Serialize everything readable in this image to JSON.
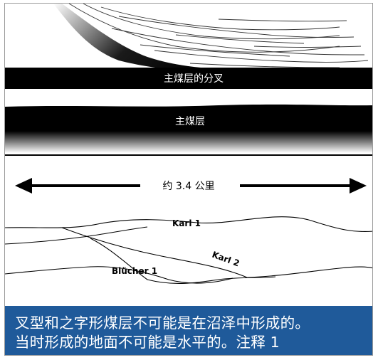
{
  "diagram": {
    "seam_split_label": "主煤层的分叉",
    "seam_main_label": "主煤层",
    "distance_label": "约 3.4 公里",
    "layer_labels": {
      "karl1": "Karl 1",
      "karl2": "Karl 2",
      "blucher1": "Blücher 1"
    }
  },
  "caption": {
    "line1": "叉型和之字形煤层不可能是在沼泽中形成的。",
    "line2": "当时形成的地面不可能是水平的。注释 1"
  },
  "colors": {
    "caption_bg": "#1f5a9a",
    "seam": "#000000",
    "frame_border": "#9a9a9a"
  }
}
